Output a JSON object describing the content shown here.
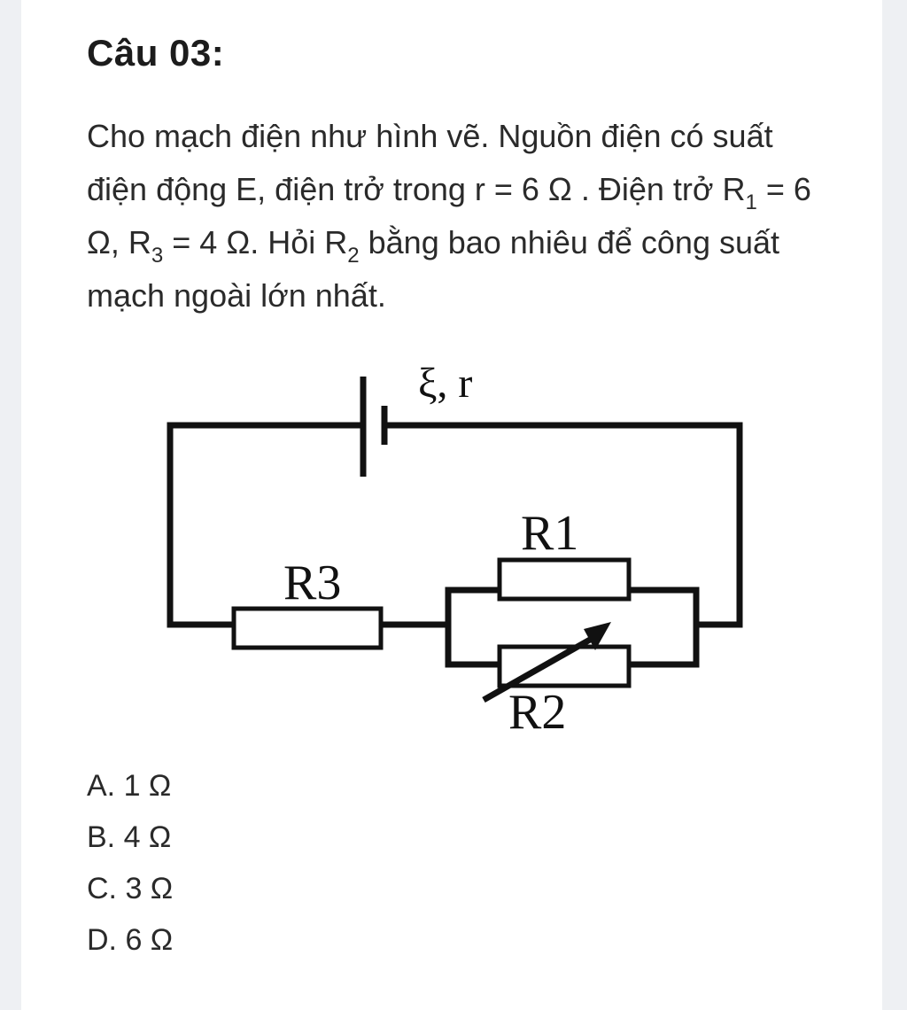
{
  "question": {
    "title": "Câu 03:",
    "text_part1": "Cho mạch điện như hình vẽ. Nguồn điện có suất điện động E, điện trở trong r = 6 Ω . Điện trở R",
    "sub1": "1",
    "text_part2": " = 6 Ω, R",
    "sub3": "3",
    "text_part3": " = 4 Ω. Hỏi R",
    "sub2": "2",
    "text_part4": " bằng bao nhiêu để công suất mạch ngoài lớn nhất."
  },
  "figure": {
    "source_label": "ξ, r",
    "r1_label": "R1",
    "r2_label": "R2",
    "r3_label": "R3"
  },
  "options": [
    {
      "label": "A. 1 Ω"
    },
    {
      "label": "B. 4 Ω"
    },
    {
      "label": "C. 3 Ω"
    },
    {
      "label": "D. 6 Ω"
    }
  ]
}
